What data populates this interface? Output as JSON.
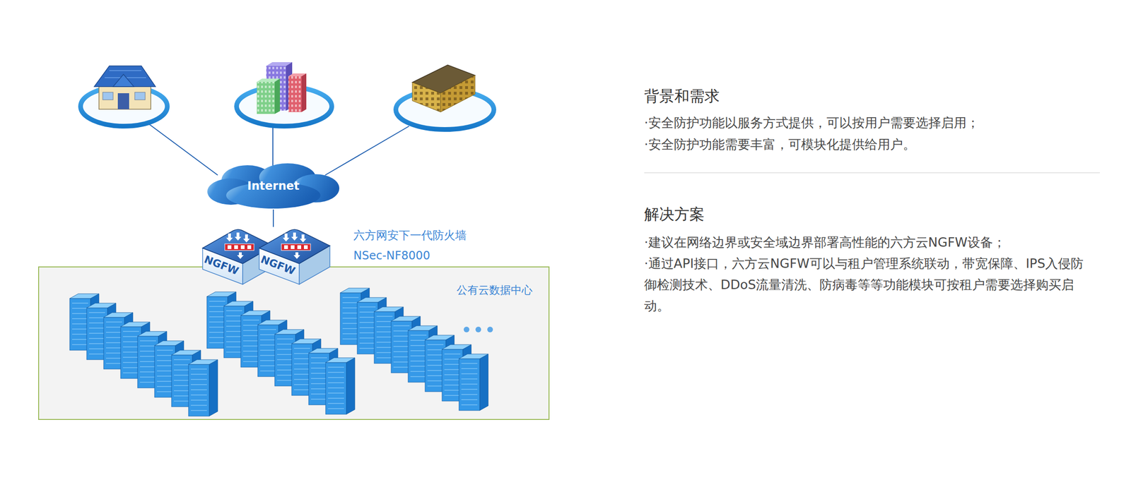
{
  "diagram": {
    "nodes": [
      {
        "text": [
          "Internet"
        ]
      },
      {
        "text": [
          "NGFW"
        ]
      },
      {
        "text": [
          "NGFW"
        ]
      },
      {
        "text": [
          "公有云数据中心"
        ]
      }
    ],
    "edges": [
      {
        "from": 0,
        "to": 2,
        "arrow": "none"
      }
    ],
    "labels": [
      "六方网安下一代防火墙",
      "NSec-NF8000",
      "背景和需求",
      "·安全防护功能以服务方式提供，可以按用户需要选择启用；",
      "·安全防护功能需要丰富，可模块化提供给用户。",
      "解决方案",
      "·建议在网络边界或安全域边界部署高性能的六方云NGFW设备；",
      "·通过API接口，六方云NGFW可以与租户管理系统联动，带宽保障、IPS入侵防御检测技术、DDoS流量清洗、防病毒等等功能模块可按租户需要选择购买启动。"
    ]
  }
}
